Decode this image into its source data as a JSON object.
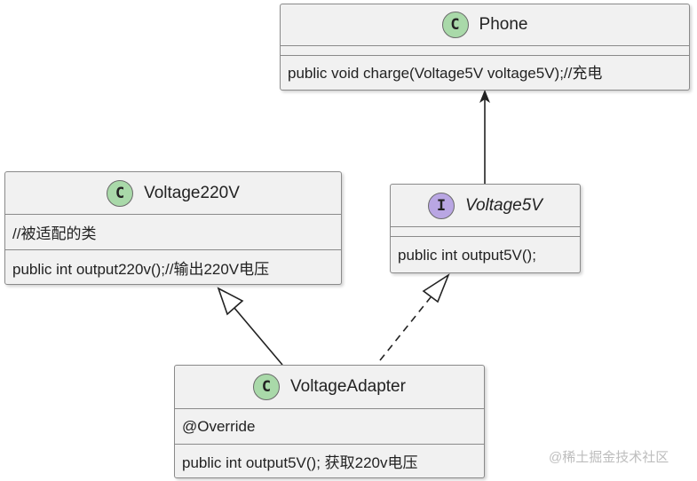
{
  "classes": {
    "phone": {
      "stereotype": "C",
      "name": "Phone",
      "fields": [],
      "methods": [
        "public void charge(Voltage5V voltage5V);//充电"
      ]
    },
    "voltage220v": {
      "stereotype": "C",
      "name": "Voltage220V",
      "fields": [
        "//被适配的类"
      ],
      "methods": [
        "public int output220v();//输出220V电压"
      ]
    },
    "voltage5v": {
      "stereotype": "I",
      "name": "Voltage5V",
      "fields": [],
      "methods": [
        "public int output5V();"
      ]
    },
    "voltageadapter": {
      "stereotype": "C",
      "name": "VoltageAdapter",
      "fields": [
        "@Override"
      ],
      "methods": [
        "public int output5V(); 获取220v电压"
      ]
    }
  },
  "relations": [
    {
      "from": "Voltage5V",
      "to": "Phone",
      "type": "dependency-arrow"
    },
    {
      "from": "VoltageAdapter",
      "to": "Voltage220V",
      "type": "inheritance"
    },
    {
      "from": "VoltageAdapter",
      "to": "Voltage5V",
      "type": "realization"
    }
  ],
  "colors": {
    "class_badge": "#a9d9a9",
    "interface_badge": "#b9a6e3",
    "box_fill": "#f1f1f1",
    "box_border": "#8a8a8a"
  },
  "watermark": "@稀土掘金技术社区"
}
